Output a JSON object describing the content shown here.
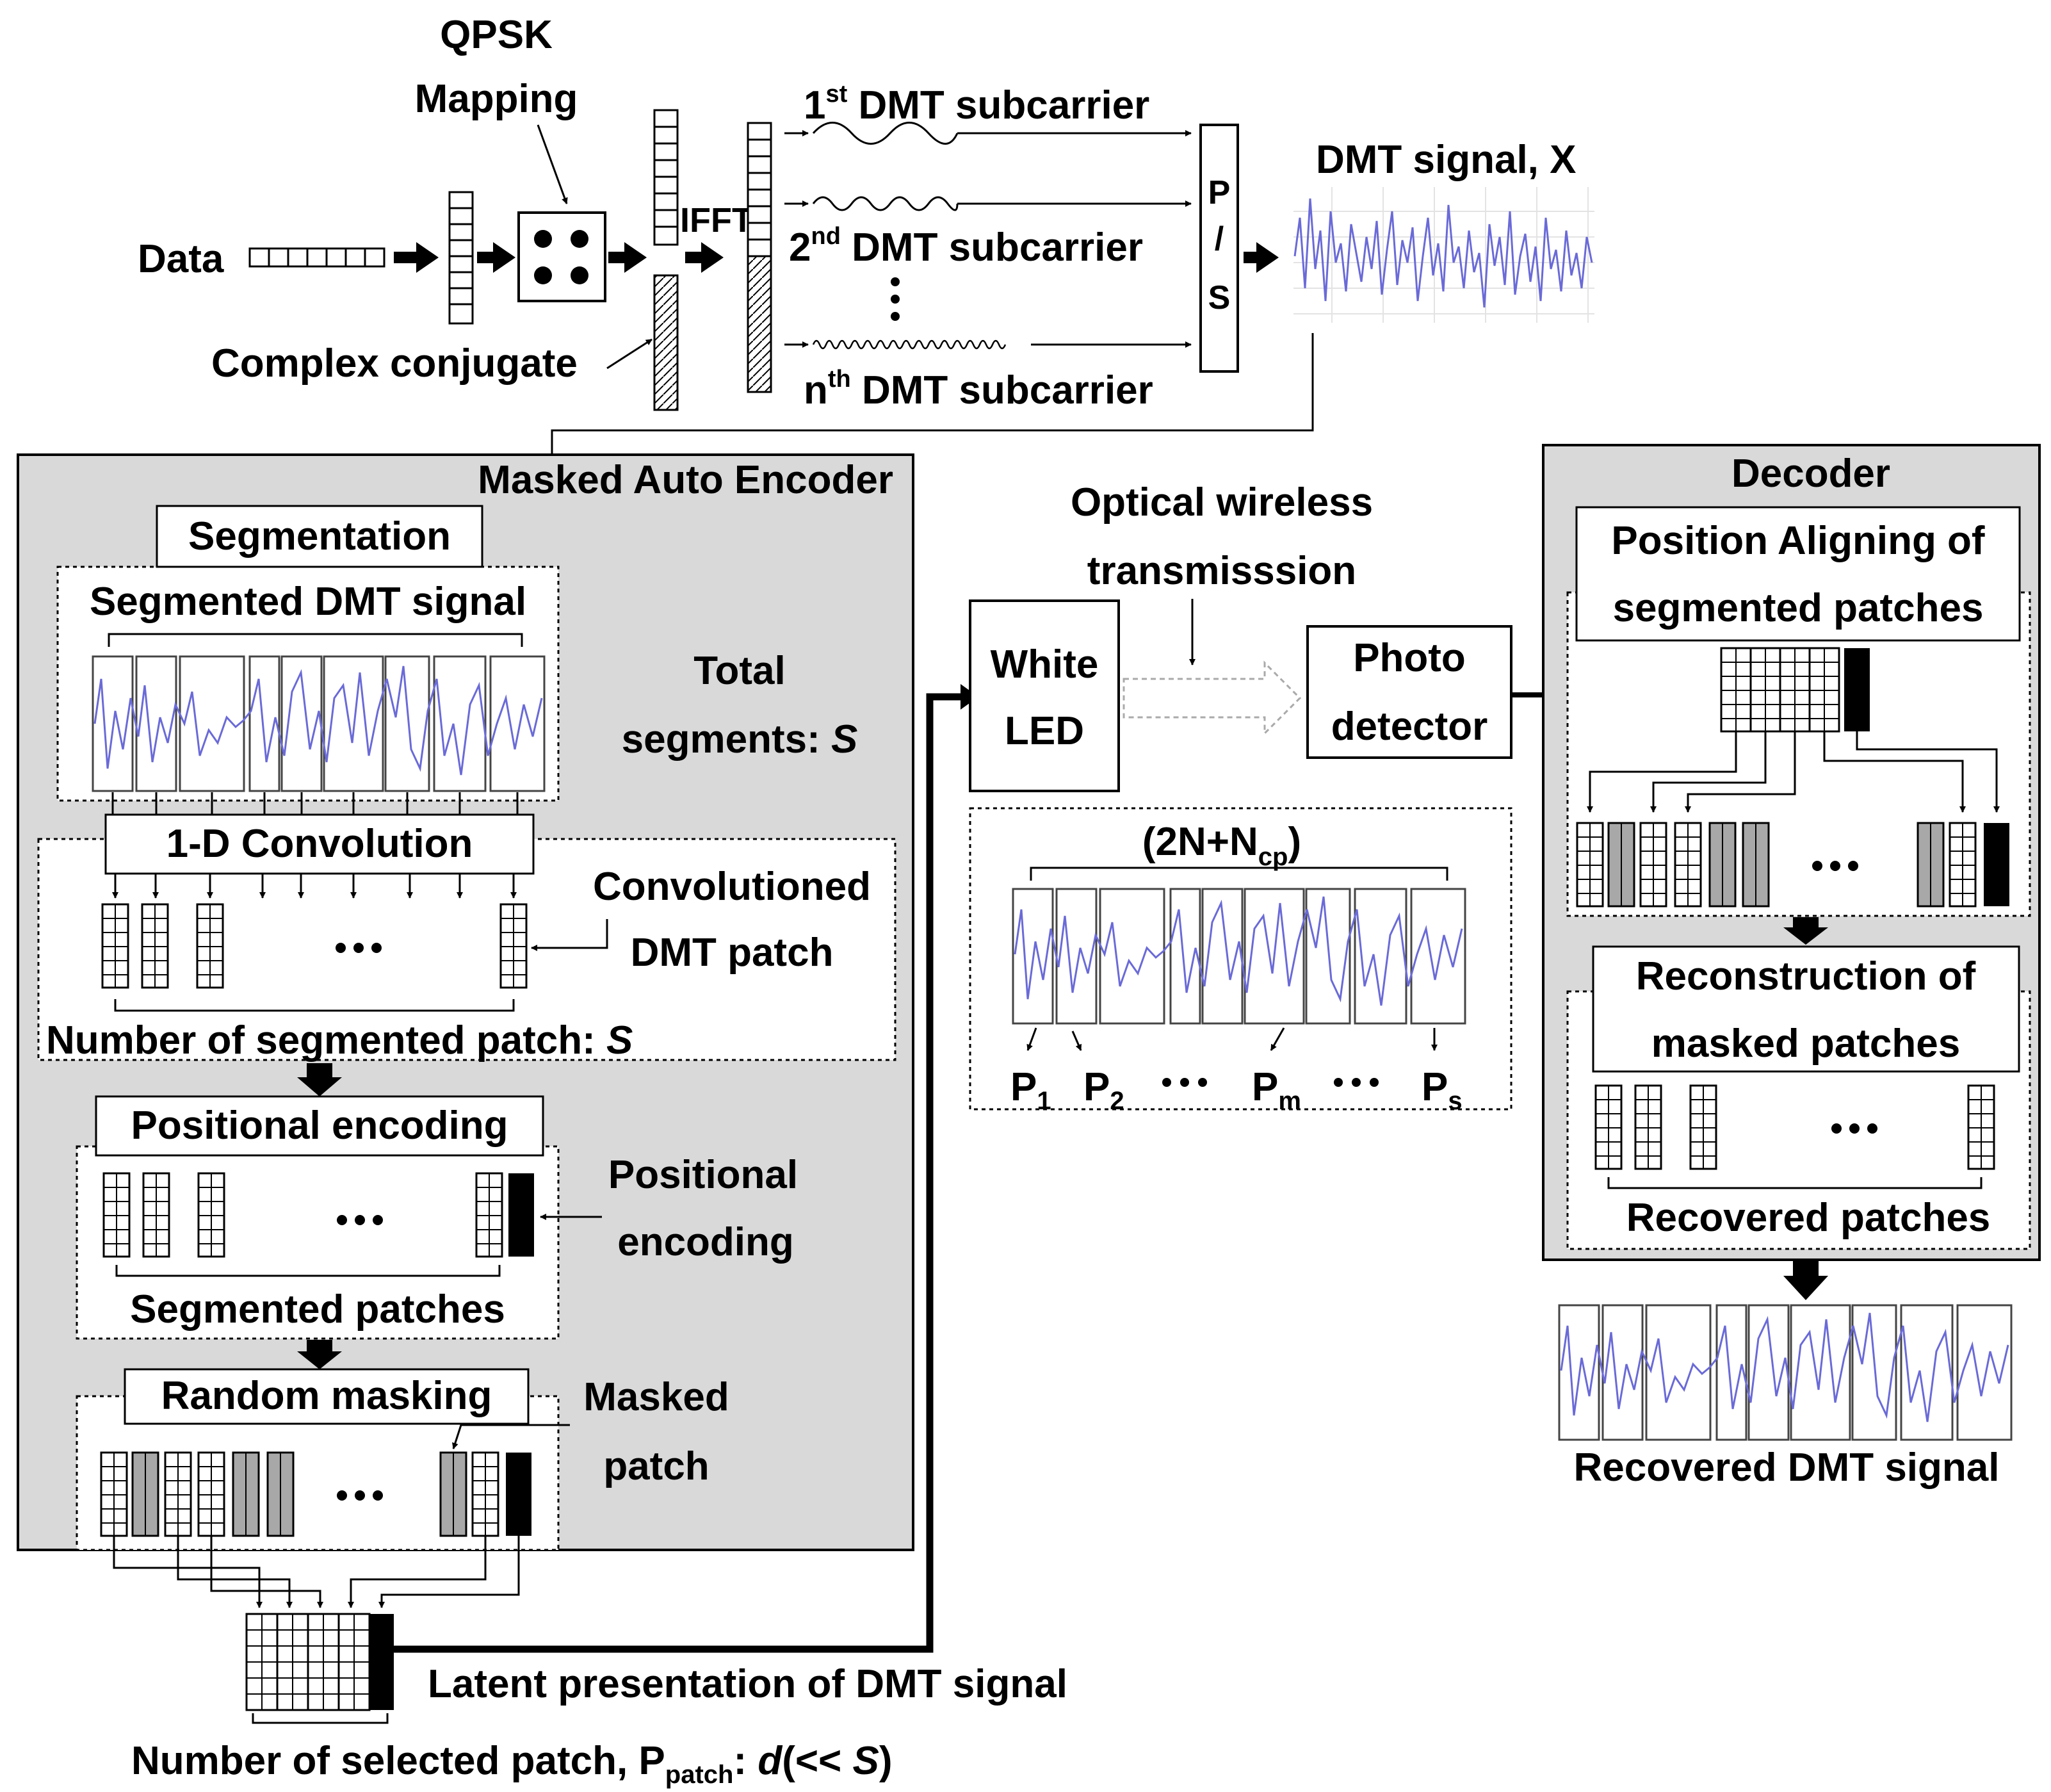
{
  "labels": {
    "qpsk": "QPSK",
    "mapping": "Mapping",
    "data": "Data",
    "complex_conjugate": "Complex conjugate",
    "ifft": "IFFT",
    "sub1_pre": "1",
    "sub1_sup": "st",
    "sub1_post": " DMT subcarrier",
    "sub2_pre": "2",
    "sub2_sup": "nd",
    "sub2_post": " DMT subcarrier",
    "subn_pre": "n",
    "subn_sup": "th",
    "subn_post": " DMT subcarrier",
    "ps_p": "P",
    "ps_slash": "/",
    "ps_s": "S",
    "dmt_signal": "DMT signal, X",
    "mae_title": "Masked Auto Encoder",
    "segmentation": "Segmentation",
    "segmented_dmt_signal": "Segmented DMT signal",
    "total": "Total",
    "segments": "segments: ",
    "s_symbol": "S",
    "conv1d": "1-D Convolution",
    "convolutioned": "Convolutioned",
    "dmt_patch": "DMT patch",
    "num_seg_patch": "Number of segmented patch: ",
    "positional_encoding_box": "Positional encoding",
    "positional": "Positional",
    "encoding": "encoding",
    "segmented_patches": "Segmented patches",
    "random_masking": "Random masking",
    "masked": "Masked",
    "patch": "patch",
    "latent": "Latent presentation of DMT signal",
    "num_selected_pre": "Number of selected patch, P",
    "num_selected_sub": "patch",
    "num_selected_mid": ": ",
    "d_symbol": "d",
    "num_selected_post": "(<< ",
    "num_selected_close": ")",
    "owt1": "Optical wireless",
    "owt2": "transmisssion",
    "white": "White",
    "led": "LED",
    "photo": "Photo",
    "detector": "detector",
    "frame_len_pre": "(2N+N",
    "frame_len_sub": "cp",
    "frame_len_post": ")",
    "p1": "P",
    "p1_sub": "1",
    "p2": "P",
    "p2_sub": "2",
    "pm": "P",
    "pm_sub": "m",
    "ps": "P",
    "ps_sub": "s",
    "decoder": "Decoder",
    "pos_align1": "Position Aligning of",
    "pos_align2": "segmented patches",
    "recon1": "Reconstruction of",
    "recon2": "masked patches",
    "recovered_patches": "Recovered patches",
    "recovered_signal": "Recovered DMT signal"
  },
  "colors": {
    "panel_fill": "#d9d9d9",
    "waveform": "#6a6ad8",
    "masked_patch": "#a8a8a8",
    "encoding_patch": "#000000"
  }
}
